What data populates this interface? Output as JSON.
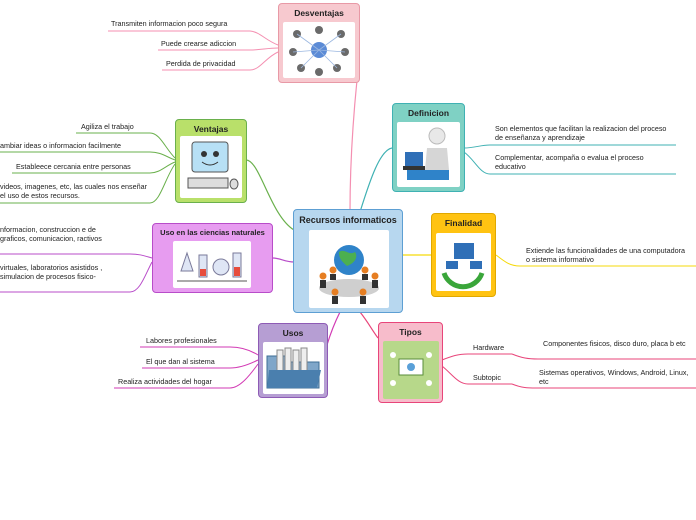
{
  "central": {
    "title": "Recursos informaticos"
  },
  "branches": {
    "desventajas": {
      "title": "Desventajas",
      "items": [
        "Transmiten informacion poco segura",
        "Puede crearse adiccion",
        "Perdida de privacidad"
      ]
    },
    "definicion": {
      "title": "Definicion",
      "items": [
        "Son elementos que facilitan la realizacion del proceso de enseñanza y aprendizaje",
        "Complementar, acompaña o evalua el proceso educativo"
      ]
    },
    "ventajas": {
      "title": "Ventajas",
      "items": [
        "Agiliza el trabajo",
        "ambiar ideas o informacion facilmente",
        "Estableece cercania entre personas",
        "videos, imagenes, etc, las cuales nos enseñar el uso de estos recursos."
      ]
    },
    "finalidad": {
      "title": "Finalidad",
      "items": [
        "Extiende las funcionalidades de una computadora o sistema informativo"
      ]
    },
    "uso_ciencias": {
      "title": "Uso en las ciencias naturales",
      "items": [
        "nformacion, construccion e de graficos, comunicacion, ractivos",
        "virtuales, laboratorios asistidos , simulacion de procesos fisico-"
      ]
    },
    "usos": {
      "title": "Usos",
      "items": [
        "Labores profesionales",
        "El que dan al sistema",
        "Realiza actividades del hogar"
      ]
    },
    "tipos": {
      "title": "Tipos",
      "subtopics": [
        {
          "label": "Hardware",
          "detail": "Componentes fisicos, disco duro, placa b etc"
        },
        {
          "label": "Subtopic",
          "detail": "Sistemas operativos, Windows, Android, Linux, etc"
        }
      ]
    }
  },
  "colors": {
    "desventajas": "#f7c9cf",
    "definicion": "#7fd1c4",
    "ventajas": "#b9e06a",
    "finalidad": "#ffc312",
    "uso_ciencias": "#e79cf0",
    "usos": "#b69ed3",
    "tipos": "#f7bccb",
    "central": "#b7d7ef"
  }
}
